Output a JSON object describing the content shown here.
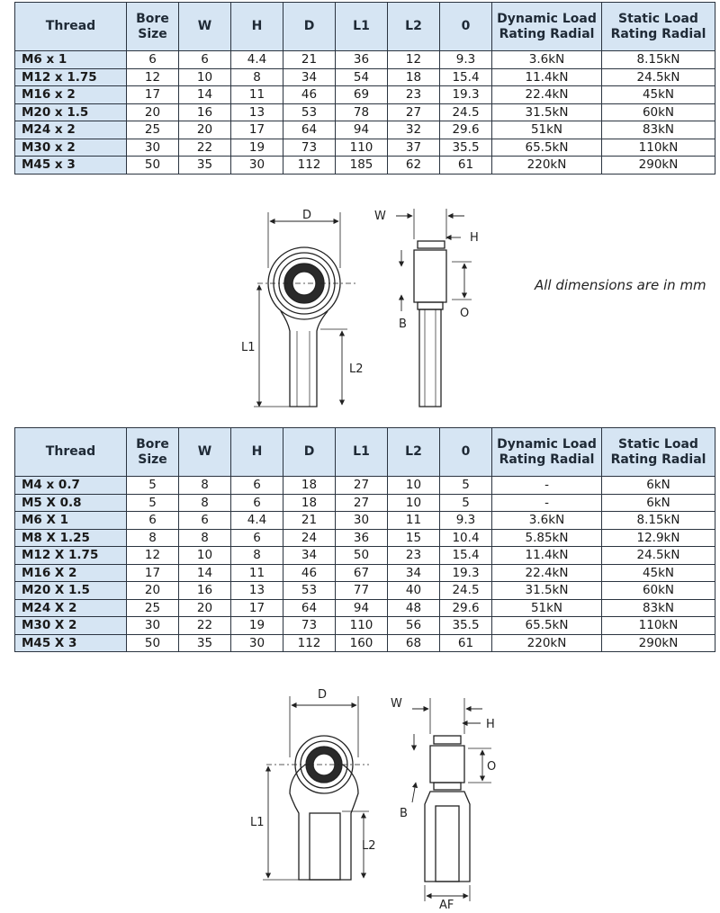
{
  "tables": [
    {
      "headers": [
        "Thread",
        "Bore\nSize",
        "W",
        "H",
        "D",
        "L1",
        "L2",
        "0",
        "Dynamic Load\nRating Radial",
        "Static Load\nRating Radial"
      ],
      "rows": [
        [
          "M6 x 1",
          "6",
          "6",
          "4.4",
          "21",
          "36",
          "12",
          "9.3",
          "3.6kN",
          "8.15kN"
        ],
        [
          "M12 x 1.75",
          "12",
          "10",
          "8",
          "34",
          "54",
          "18",
          "15.4",
          "11.4kN",
          "24.5kN"
        ],
        [
          "M16 x 2",
          "17",
          "14",
          "11",
          "46",
          "69",
          "23",
          "19.3",
          "22.4kN",
          "45kN"
        ],
        [
          "M20 x 1.5",
          "20",
          "16",
          "13",
          "53",
          "78",
          "27",
          "24.5",
          "31.5kN",
          "60kN"
        ],
        [
          "M24 x 2",
          "25",
          "20",
          "17",
          "64",
          "94",
          "32",
          "29.6",
          "51kN",
          "83kN"
        ],
        [
          "M30 x 2",
          "30",
          "22",
          "19",
          "73",
          "110",
          "37",
          "35.5",
          "65.5kN",
          "110kN"
        ],
        [
          "M45 x 3",
          "50",
          "35",
          "30",
          "112",
          "185",
          "62",
          "61",
          "220kN",
          "290kN"
        ]
      ]
    },
    {
      "headers": [
        "Thread",
        "Bore\nSize",
        "W",
        "H",
        "D",
        "L1",
        "L2",
        "0",
        "Dynamic Load\nRating Radial",
        "Static Load\nRating Radial"
      ],
      "rows": [
        [
          "M4 x 0.7",
          "5",
          "8",
          "6",
          "18",
          "27",
          "10",
          "5",
          "-",
          "6kN"
        ],
        [
          "M5 X 0.8",
          "5",
          "8",
          "6",
          "18",
          "27",
          "10",
          "5",
          "-",
          "6kN"
        ],
        [
          "M6 X 1",
          "6",
          "6",
          "4.4",
          "21",
          "30",
          "11",
          "9.3",
          "3.6kN",
          "8.15kN"
        ],
        [
          "M8 X 1.25",
          "8",
          "8",
          "6",
          "24",
          "36",
          "15",
          "10.4",
          "5.85kN",
          "12.9kN"
        ],
        [
          "M12 X 1.75",
          "12",
          "10",
          "8",
          "34",
          "50",
          "23",
          "15.4",
          "11.4kN",
          "24.5kN"
        ],
        [
          "M16 X 2",
          "17",
          "14",
          "11",
          "46",
          "67",
          "34",
          "19.3",
          "22.4kN",
          "45kN"
        ],
        [
          "M20 X 1.5",
          "20",
          "16",
          "13",
          "53",
          "77",
          "40",
          "24.5",
          "31.5kN",
          "60kN"
        ],
        [
          "M24 X 2",
          "25",
          "20",
          "17",
          "64",
          "94",
          "48",
          "29.6",
          "51kN",
          "83kN"
        ],
        [
          "M30 X 2",
          "30",
          "22",
          "19",
          "73",
          "110",
          "56",
          "35.5",
          "65.5kN",
          "110kN"
        ],
        [
          "M45 X 3",
          "50",
          "35",
          "30",
          "112",
          "160",
          "68",
          "61",
          "220kN",
          "290kN"
        ]
      ]
    }
  ],
  "note": "All dimensions are in mm",
  "drawing1_labels": {
    "d": "D",
    "w": "W",
    "h": "H",
    "l1": "L1",
    "l2": "L2",
    "b": "B",
    "o": "O"
  },
  "drawing2_labels": {
    "d": "D",
    "w": "W",
    "h": "H",
    "l1": "L1",
    "l2": "L2",
    "b": "B",
    "o": "O",
    "af": "AF"
  }
}
